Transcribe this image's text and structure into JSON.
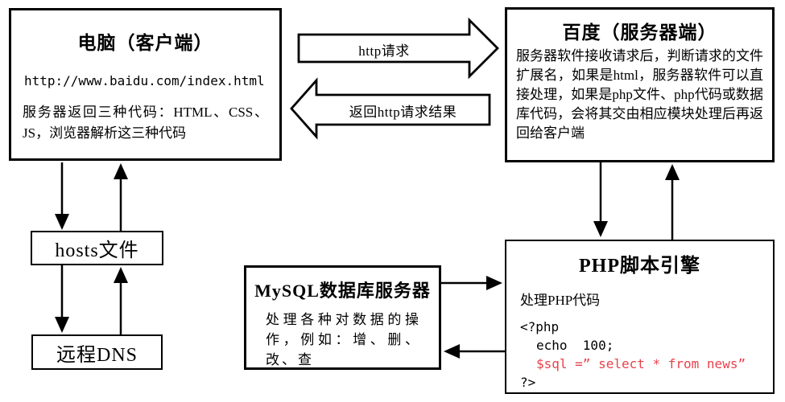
{
  "client_box": {
    "title": "电脑（客户端）",
    "url": "http://www.baidu.com/index.html",
    "body": "服务器返回三种代码：HTML、CSS、JS，浏览器解析这三种代码"
  },
  "server_box": {
    "title": "百度（服务器端）",
    "body": "服务器软件接收请求后，判断请求的文件扩展名，如果是html，服务器软件可以直接处理，如果是php文件、php代码或数据库代码，会将其交由相应模块处理后再返回给客户端"
  },
  "hosts_box": {
    "label": "hosts文件"
  },
  "dns_box": {
    "label": "远程DNS"
  },
  "mysql_box": {
    "title": "MySQL数据库服务器",
    "body": "处理各种对数据的操作，例如：增、删、改、查"
  },
  "php_box": {
    "title": "PHP脚本引擎",
    "subtitle": "处理PHP代码",
    "code": {
      "line1": "<?php",
      "line2": "echo  100;",
      "line3": "$sql =” select * from news”",
      "line4": "?>"
    }
  },
  "arrows": {
    "request_label": "http请求",
    "response_label": "返回http请求结果"
  },
  "colors": {
    "line": "#000000",
    "background": "#ffffff",
    "code_highlight": "#e8414b"
  }
}
